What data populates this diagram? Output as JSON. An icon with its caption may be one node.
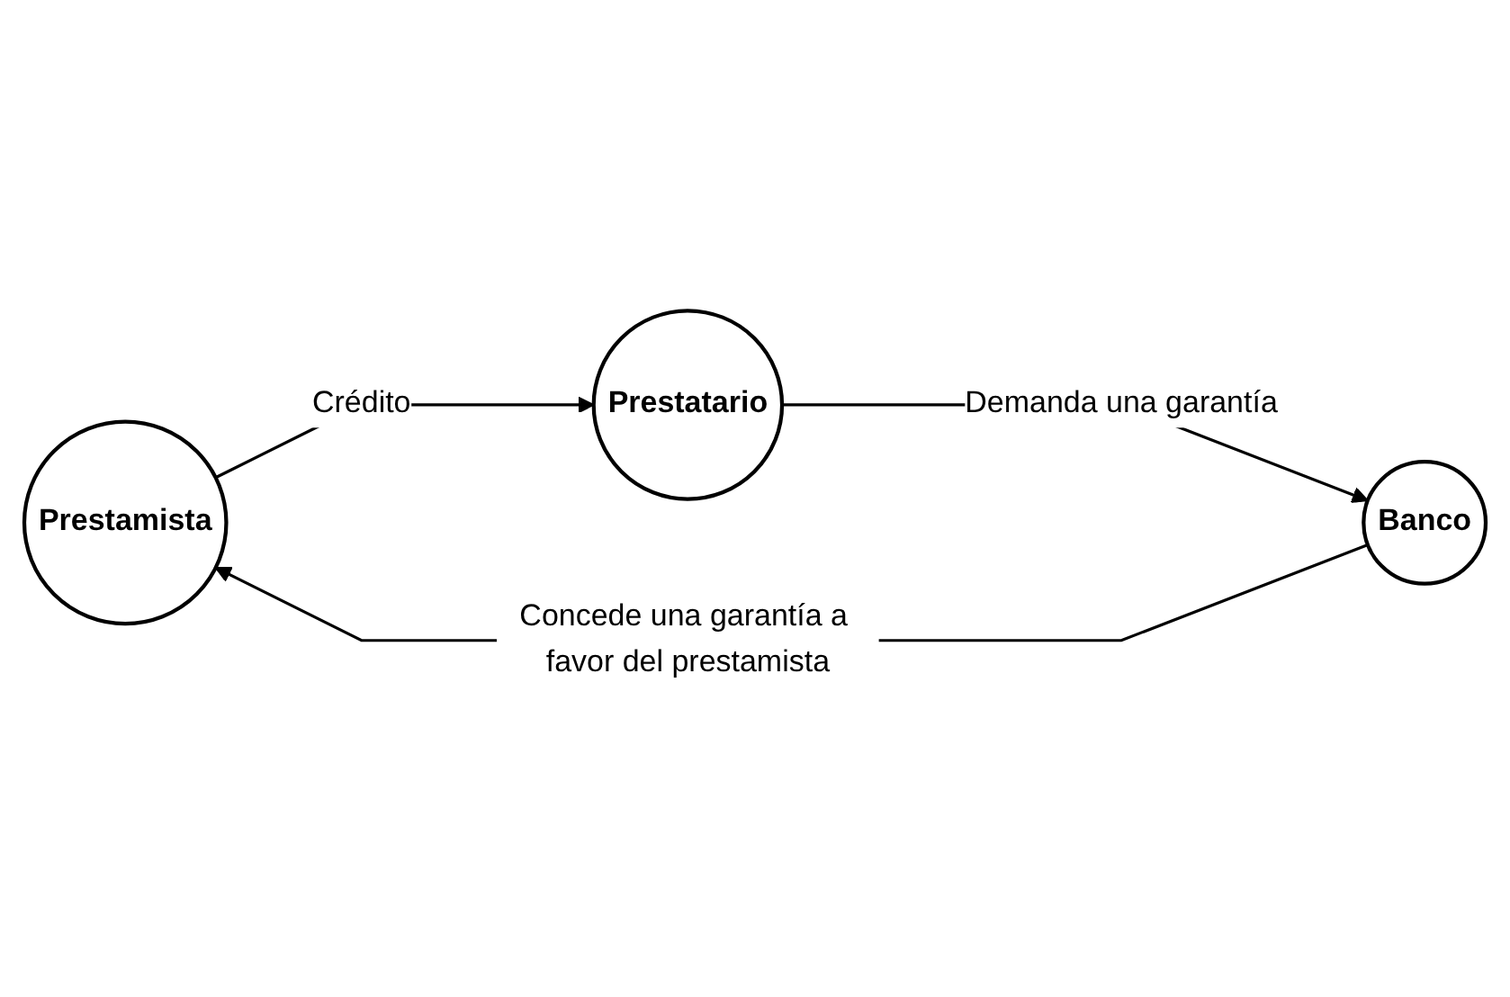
{
  "diagram": {
    "nodes": [
      {
        "text": [
          "Prestamista"
        ]
      },
      {
        "text": [
          "Prestatario"
        ]
      },
      {
        "text": [
          "Banco"
        ]
      }
    ],
    "edges": [
      {
        "from": 0,
        "to": 1,
        "arrow": "to",
        "label": "Crédito"
      },
      {
        "from": 1,
        "to": 2,
        "arrow": "to",
        "label": "Demanda una garantía"
      },
      {
        "from": 2,
        "to": 0,
        "arrow": "to",
        "label": "Concede una garantía a favor del prestamista"
      }
    ]
  }
}
